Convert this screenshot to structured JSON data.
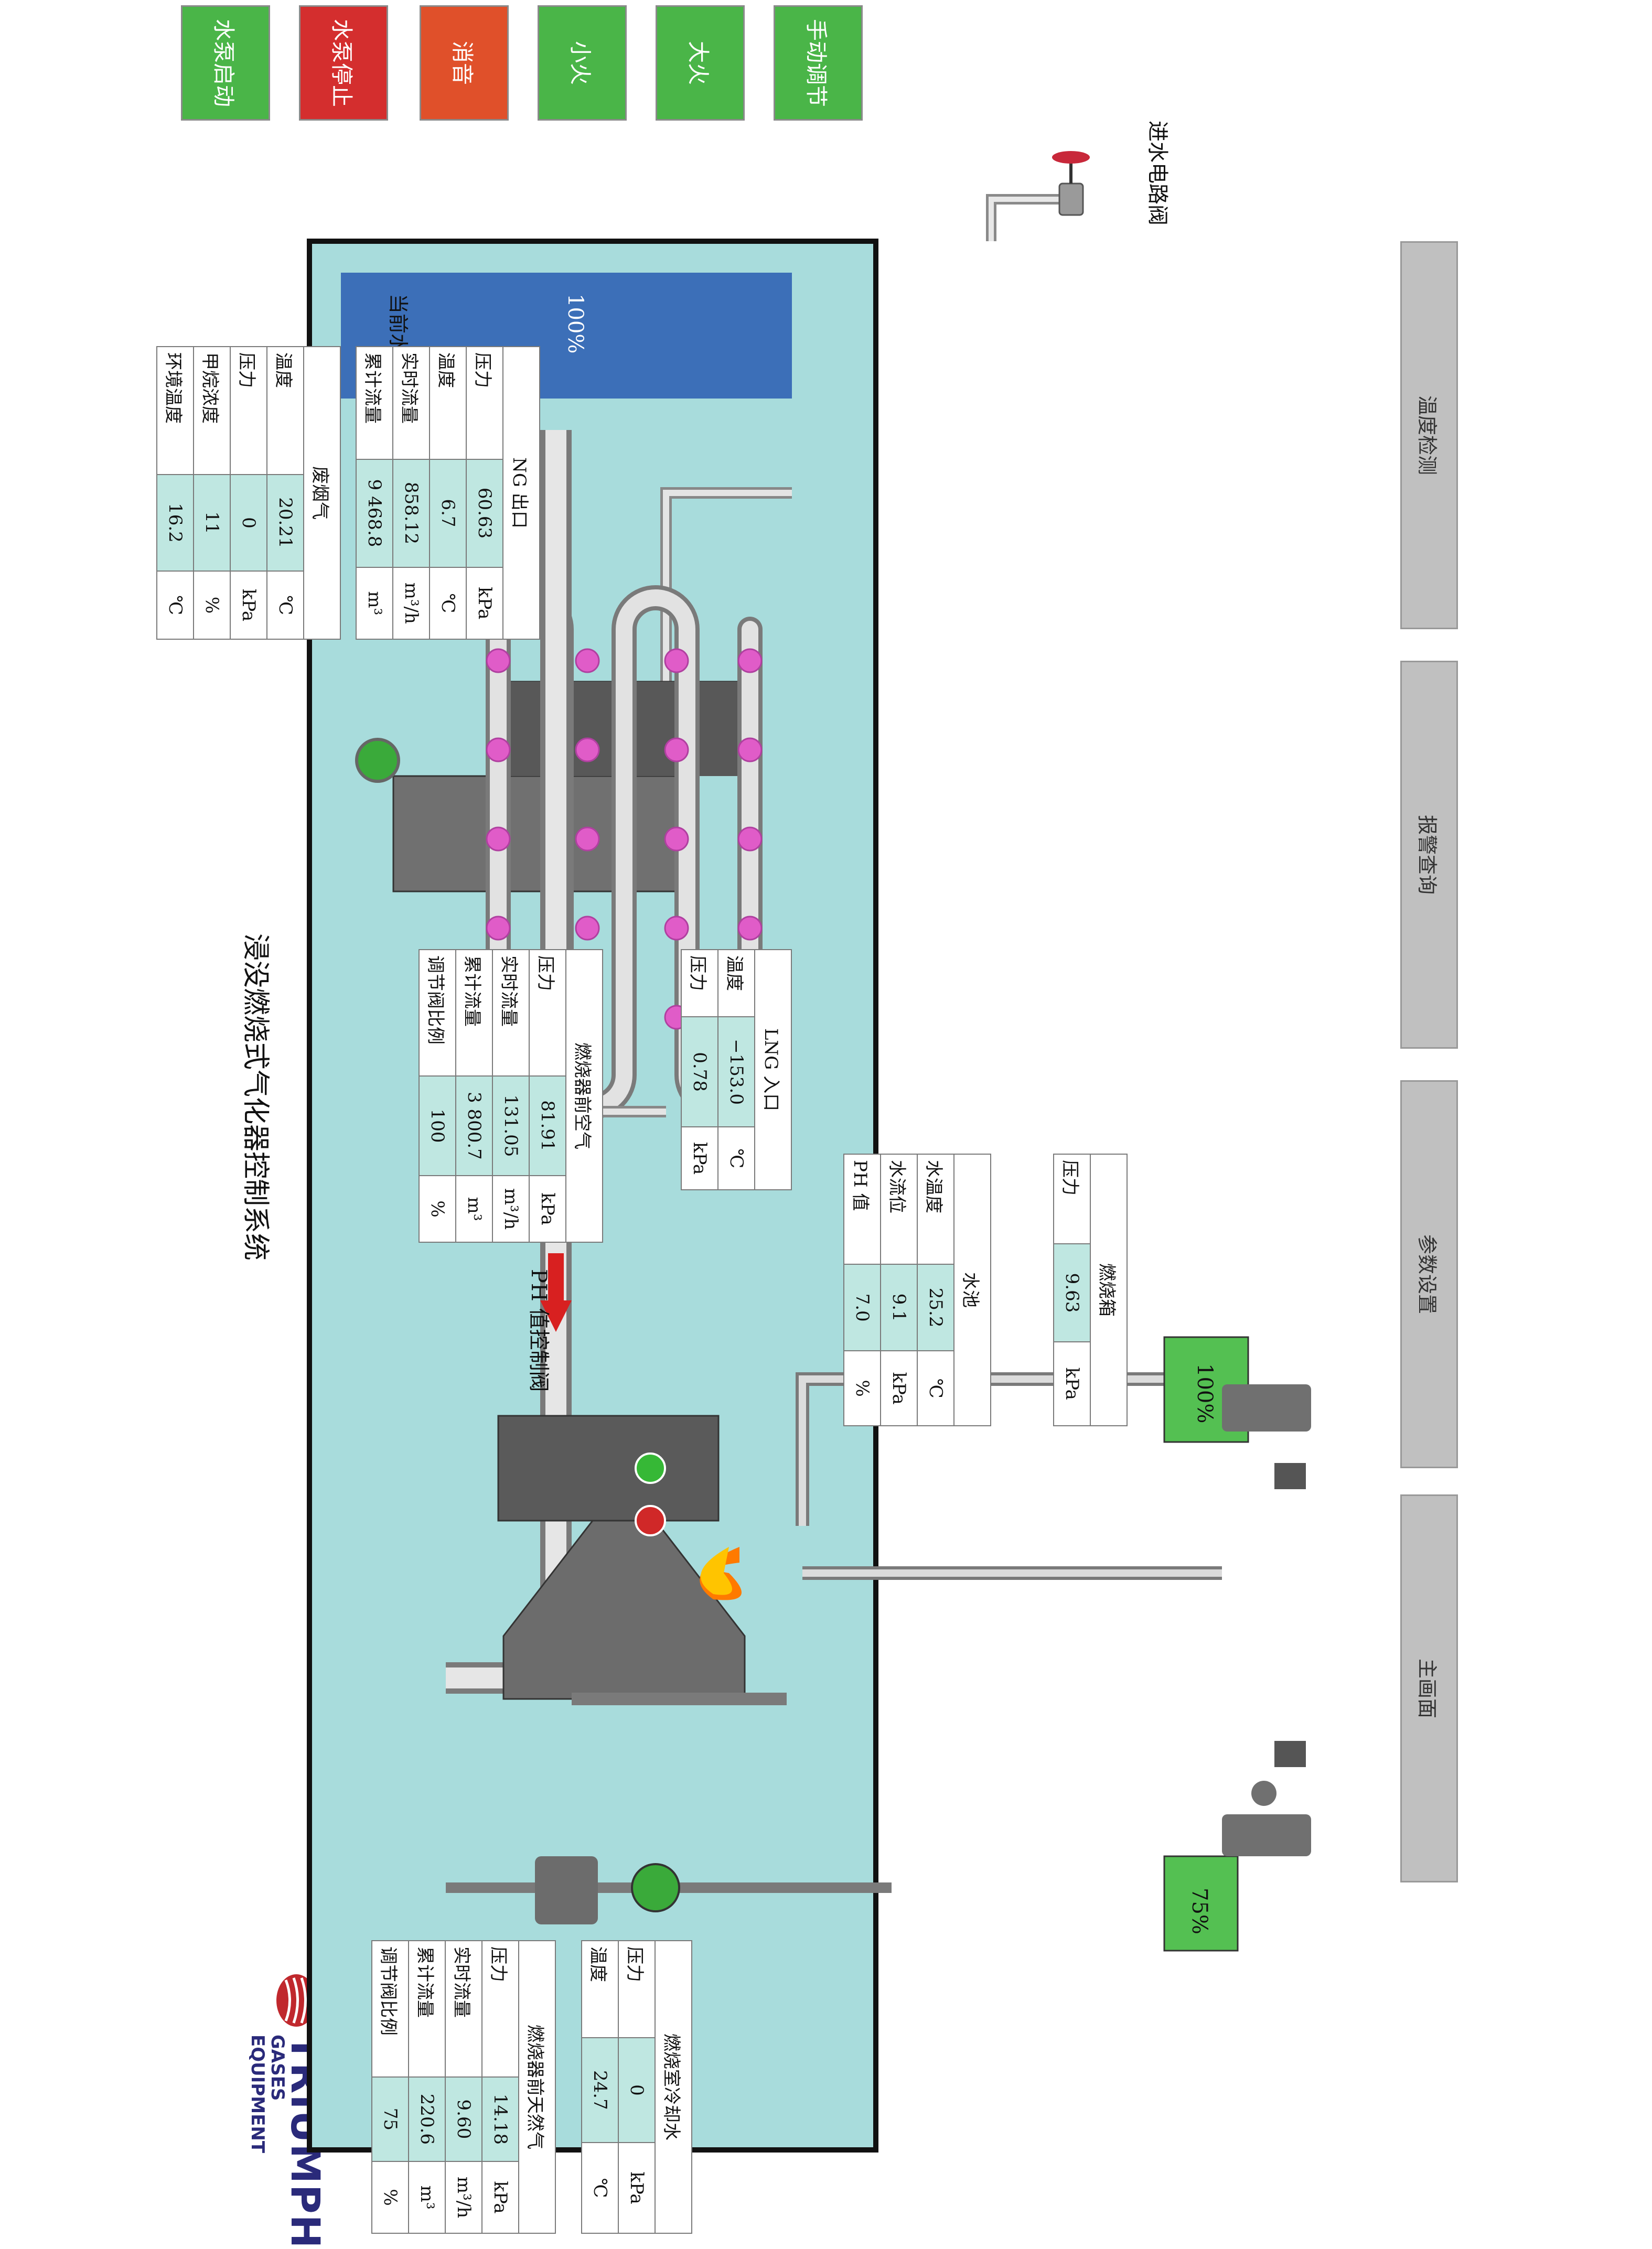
{
  "title": "浸没燃烧式气化器控制系统",
  "logo": {
    "brand": "TRIUMPH",
    "sub": "GASES EQUIPMENT"
  },
  "colors": {
    "tank": "#a8dcdc",
    "level_bar": "#3c6fb8",
    "button_green": "#4ab548",
    "button_red": "#d42e2e",
    "button_orange": "#e0502a",
    "nav_gray": "#c0c0c0",
    "coil_node": "#e05cc8"
  },
  "top_buttons": [
    {
      "label": "水泵启动",
      "color": "#4ab548"
    },
    {
      "label": "水泵停止",
      "color": "#d42e2e"
    },
    {
      "label": "消音",
      "color": "#e0502a"
    },
    {
      "label": "小火",
      "color": "#4ab548"
    },
    {
      "label": "大火",
      "color": "#4ab548"
    },
    {
      "label": "手动调节",
      "color": "#4ab548"
    }
  ],
  "nav_buttons": [
    "主画面",
    "参数设置",
    "报警查询",
    "温度检测"
  ],
  "labels": {
    "inlet_valve": "进水电路阀",
    "water_level": "当前水位",
    "ph_valve": "PH 值控制阀"
  },
  "water_level_pct": "100%",
  "valve_left_pct": "75%",
  "valve_right_pct": "100%",
  "tables": {
    "ng_before_burner": {
      "title": "燃烧器前天然气",
      "rows": [
        {
          "name": "压力",
          "value": "14.18",
          "unit": "kPa"
        },
        {
          "name": "实时流量",
          "value": "9.60",
          "unit": "m³/h"
        },
        {
          "name": "累计流量",
          "value": "220.6",
          "unit": "m³"
        },
        {
          "name": "调节阀比例",
          "value": "75",
          "unit": "%"
        }
      ]
    },
    "cooling_water": {
      "title": "燃烧室冷却水",
      "rows": [
        {
          "name": "压力",
          "value": "0",
          "unit": "kPa"
        },
        {
          "name": "温度",
          "value": "24.7",
          "unit": "℃"
        }
      ]
    },
    "air_before_burner": {
      "title": "燃烧器前空气",
      "rows": [
        {
          "name": "压力",
          "value": "81.91",
          "unit": "kPa"
        },
        {
          "name": "实时流量",
          "value": "131.05",
          "unit": "m³/h"
        },
        {
          "name": "累计流量",
          "value": "3 800.7",
          "unit": "m³"
        },
        {
          "name": "调节阀比例",
          "value": "100",
          "unit": "%"
        }
      ]
    },
    "lng_inlet": {
      "title": "LNG 入口",
      "rows": [
        {
          "name": "温度",
          "value": "−153.0",
          "unit": "℃"
        },
        {
          "name": "压力",
          "value": "0.78",
          "unit": "kPa"
        }
      ]
    },
    "flue_gas": {
      "title": "废烟气",
      "rows": [
        {
          "name": "温度",
          "value": "20.21",
          "unit": "℃"
        },
        {
          "name": "压力",
          "value": "0",
          "unit": "kPa"
        },
        {
          "name": "甲烷浓度",
          "value": "11",
          "unit": "%"
        },
        {
          "name": "环境温度",
          "value": "16.2",
          "unit": "℃"
        }
      ]
    },
    "ng_outlet": {
      "title": "NG 出口",
      "rows": [
        {
          "name": "压力",
          "value": "60.63",
          "unit": "kPa"
        },
        {
          "name": "温度",
          "value": "6.7",
          "unit": "℃"
        },
        {
          "name": "实时流量",
          "value": "858.12",
          "unit": "m³/h"
        },
        {
          "name": "累计流量",
          "value": "9 468.8",
          "unit": "m³"
        }
      ]
    },
    "pool": {
      "title": "水池",
      "rows": [
        {
          "name": "水温度",
          "value": "25.2",
          "unit": "℃"
        },
        {
          "name": "水流位",
          "value": "9.1",
          "unit": "kPa"
        },
        {
          "name": "PH 值",
          "value": "7.0",
          "unit": "%"
        }
      ]
    },
    "combustion_box": {
      "title": "燃烧箱",
      "rows": [
        {
          "name": "压力",
          "value": "9.63",
          "unit": "kPa"
        }
      ]
    }
  }
}
